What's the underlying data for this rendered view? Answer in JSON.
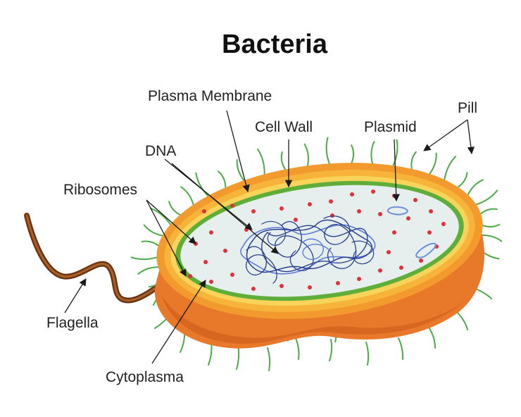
{
  "title": "Bacteria",
  "labels": {
    "plasma_membrane": "Plasma Membrane",
    "cell_wall": "Cell Wall",
    "plasmid": "Plasmid",
    "pill": "Pill",
    "dna": "DNA",
    "ribosomes": "Ribosomes",
    "flagella": "Flagella",
    "cytoplasma": "Cytoplasma"
  },
  "colors": {
    "background": "#ffffff",
    "title": "#111111",
    "label_text": "#222222",
    "leader_line": "#1a1a1a",
    "capsule_body": "#e8782a",
    "capsule_shadow": "#c9581a",
    "outer_layer": "#f29a2e",
    "middle_layer": "#f6b53a",
    "inner_layer": "#f9d35a",
    "plasma_membrane": "#5fae3a",
    "cytoplasm": "#e6efed",
    "ribosome": "#e0313a",
    "dna": "#2b3f8f",
    "dna_highlight": "#5a7ad6",
    "plasmid": "#6f8fdb",
    "pili": "#4caa48",
    "flagellum": "#8a4a1f"
  },
  "icons": {
    "ribosome": "red-dot",
    "pilus": "green-hair-line",
    "arrow": "triangle-arrowhead"
  }
}
